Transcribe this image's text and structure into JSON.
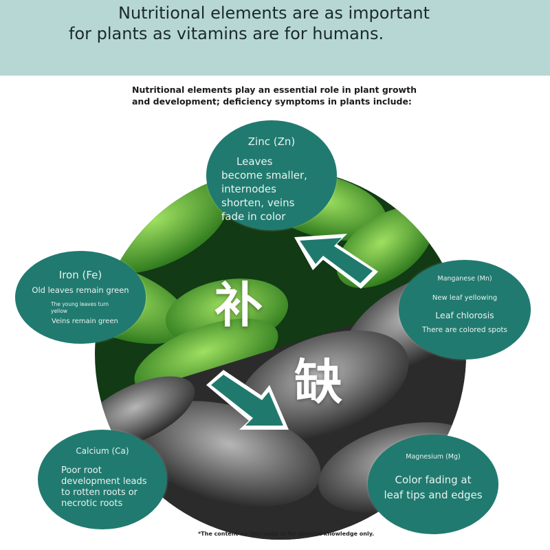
{
  "header": {
    "title_line1": "Nutritional elements are as important",
    "title_line2": "for plants as vitamins are for humans."
  },
  "intro": {
    "line1": "Nutritional elements play an essential role in plant growth",
    "line2": "and development; deficiency symptoms in plants include:"
  },
  "center": {
    "char_top": "补",
    "char_bottom": "缺"
  },
  "bubbles": {
    "zinc": {
      "title": "Zinc (Zn)",
      "lines": [
        "Leaves",
        "become smaller,",
        "internodes",
        "shorten, veins",
        "fade in color"
      ]
    },
    "iron": {
      "title": "Iron (Fe)",
      "lines": [
        "Old leaves remain green",
        "The young leaves turn",
        "yellow",
        "Veins remain green"
      ]
    },
    "manganese": {
      "title": "Manganese (Mn)",
      "lines": [
        "New leaf yellowing",
        "Leaf chlorosis",
        "There are colored spots"
      ]
    },
    "calcium": {
      "title": "Calcium (Ca)",
      "lines": [
        "Poor root",
        "development leads",
        "to rotten roots or",
        "necrotic roots"
      ]
    },
    "magnesium": {
      "title": "Magnesium (Mg)",
      "lines": [
        "Color fading at",
        "leaf tips and edges"
      ]
    }
  },
  "footnote": "*The content on this page is for general knowledge only.",
  "colors": {
    "header_bg": "#b7d7d4",
    "bubble": "#217a6f",
    "arrow": "#1f7a6d"
  },
  "icons": {
    "arrow_up": "arrow-up-left-icon",
    "arrow_down": "arrow-down-right-icon"
  }
}
